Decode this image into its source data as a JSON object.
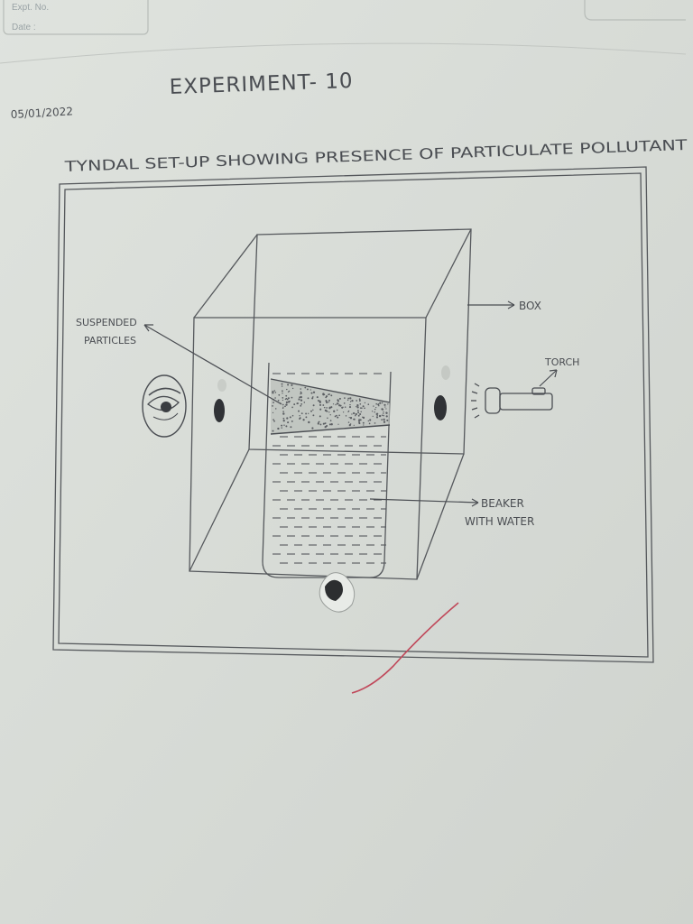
{
  "header": {
    "expt_no_label": "Expt. No.",
    "date_label": "Date :"
  },
  "page": {
    "experiment_title": "EXPERIMENT- 10",
    "date": "05/01/2022",
    "diagram_title": "TYNDAL SET-UP SHOWING PRESENCE OF PARTICULATE POLLUTANT"
  },
  "labels": {
    "suspended_line1": "SUSPENDED",
    "suspended_line2": "PARTICLES",
    "box": "BOX",
    "torch": "TORCH",
    "beaker_line1": "BEAKER",
    "beaker_line2": "WITH WATER"
  },
  "colors": {
    "paper": "#d9ddd8",
    "pencil": "#4a4d52",
    "check_mark": "#c0485a"
  }
}
